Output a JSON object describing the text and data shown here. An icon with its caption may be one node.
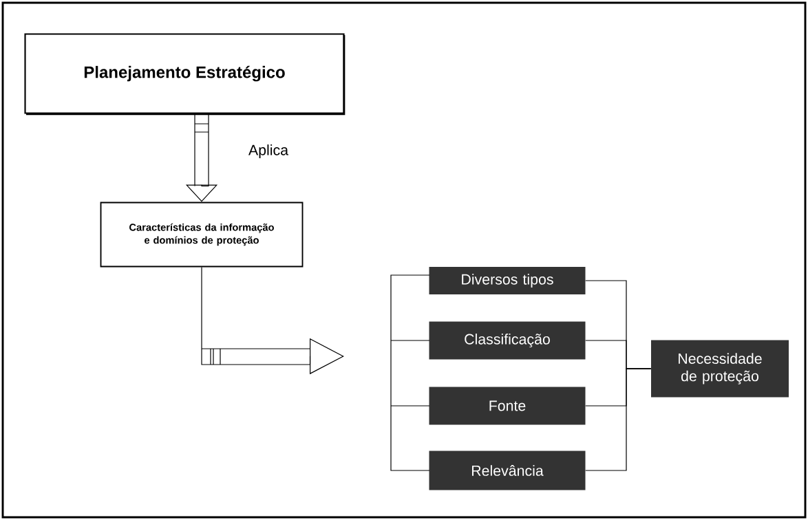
{
  "diagram": {
    "nodes": [
      {
        "text": [
          "Planejamento Estratégico"
        ]
      },
      {
        "text": [
          "Características da informação e domínios de proteção"
        ]
      },
      {
        "text": [
          "Diversos tipos"
        ]
      },
      {
        "text": [
          "Classificação"
        ]
      },
      {
        "text": [
          "Fonte"
        ]
      },
      {
        "text": [
          "Relevância"
        ]
      },
      {
        "text": [
          "Necessidade de proteção"
        ]
      }
    ],
    "edges": [
      {
        "from": 0,
        "to": 1,
        "arrow": "to",
        "label": "Aplica"
      },
      {
        "from": 1,
        "to": null,
        "arrow": "to"
      },
      {
        "from": 2,
        "to": 6,
        "arrow": "none"
      },
      {
        "from": 3,
        "to": 6,
        "arrow": "none"
      },
      {
        "from": 4,
        "to": 6,
        "arrow": "none"
      },
      {
        "from": 5,
        "to": 6,
        "arrow": "none"
      }
    ]
  }
}
